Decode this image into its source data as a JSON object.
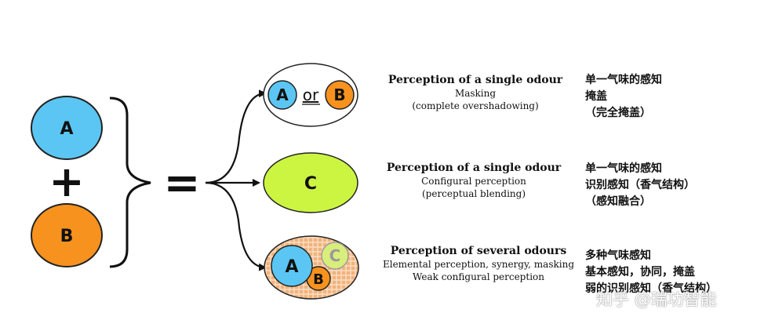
{
  "left": {
    "circle_a": "A",
    "plus": "+",
    "circle_b": "B",
    "equals": "="
  },
  "outcomes": [
    {
      "circle_left": "A",
      "or": "or",
      "circle_right": "B",
      "title": "Perception of a single odour",
      "lines": [
        "Masking",
        "(complete overshadowing)"
      ],
      "cn": [
        "单一气味的感知",
        "掩盖",
        "（完全掩盖）"
      ]
    },
    {
      "circle": "C",
      "title": "Perception of a single odour",
      "lines": [
        "Configural perception",
        "(perceptual blending)"
      ],
      "cn": [
        "单一气味的感知",
        "识别感知（香气结构）",
        "（感知融合）"
      ]
    },
    {
      "circle_a": "A",
      "circle_b": "B",
      "circle_c": "C",
      "title": "Perception of several odours",
      "lines": [
        "Elemental perception, synergy, masking",
        "Weak configural perception"
      ],
      "cn": [
        "多种气味感知",
        "基本感知，协同，掩盖",
        "弱的识别感知（香气结构）"
      ]
    }
  ],
  "watermark": "知乎 @瑞功智能",
  "colors": {
    "blue": "#5bc6f3",
    "orange": "#f7921e",
    "green": "#ccf542",
    "light_green": "#d8f07a",
    "stroke": "#222222"
  }
}
